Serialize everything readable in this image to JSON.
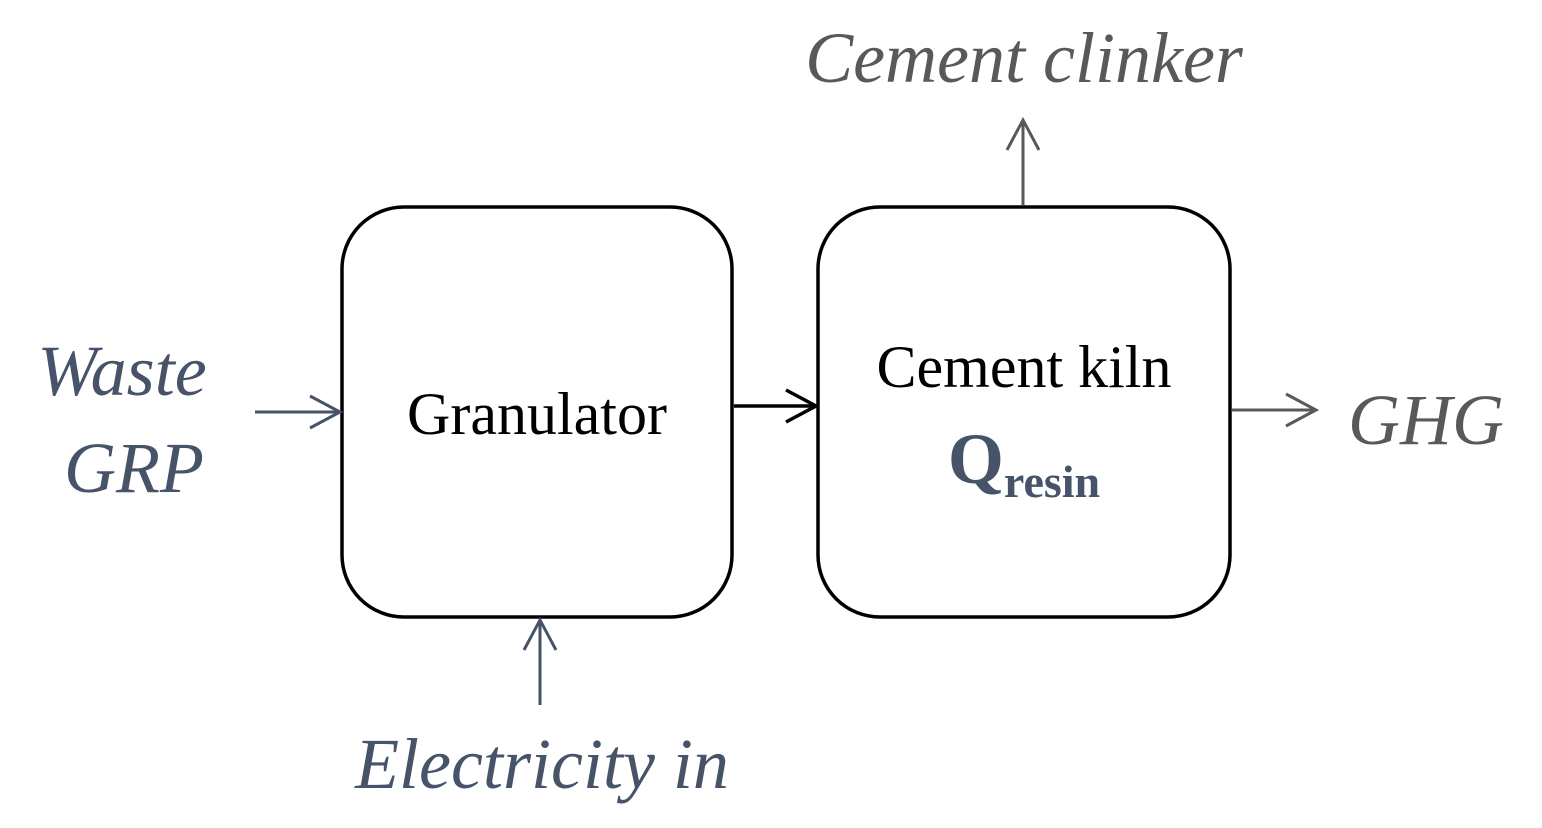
{
  "nodes": {
    "granulator": {
      "label": "Granulator"
    },
    "kiln": {
      "label": "Cement kiln",
      "symbol": "Q",
      "symbol_subscript": "resin"
    }
  },
  "inputs": {
    "waste_grp_line1": "Waste",
    "waste_grp_line2": "GRP",
    "electricity": "Electricity in"
  },
  "outputs": {
    "clinker": "Cement clinker",
    "ghg": "GHG"
  },
  "colors": {
    "box_stroke": "#000000",
    "input_color": "#475368",
    "output_color": "#595959",
    "symbol_color": "#475368"
  }
}
